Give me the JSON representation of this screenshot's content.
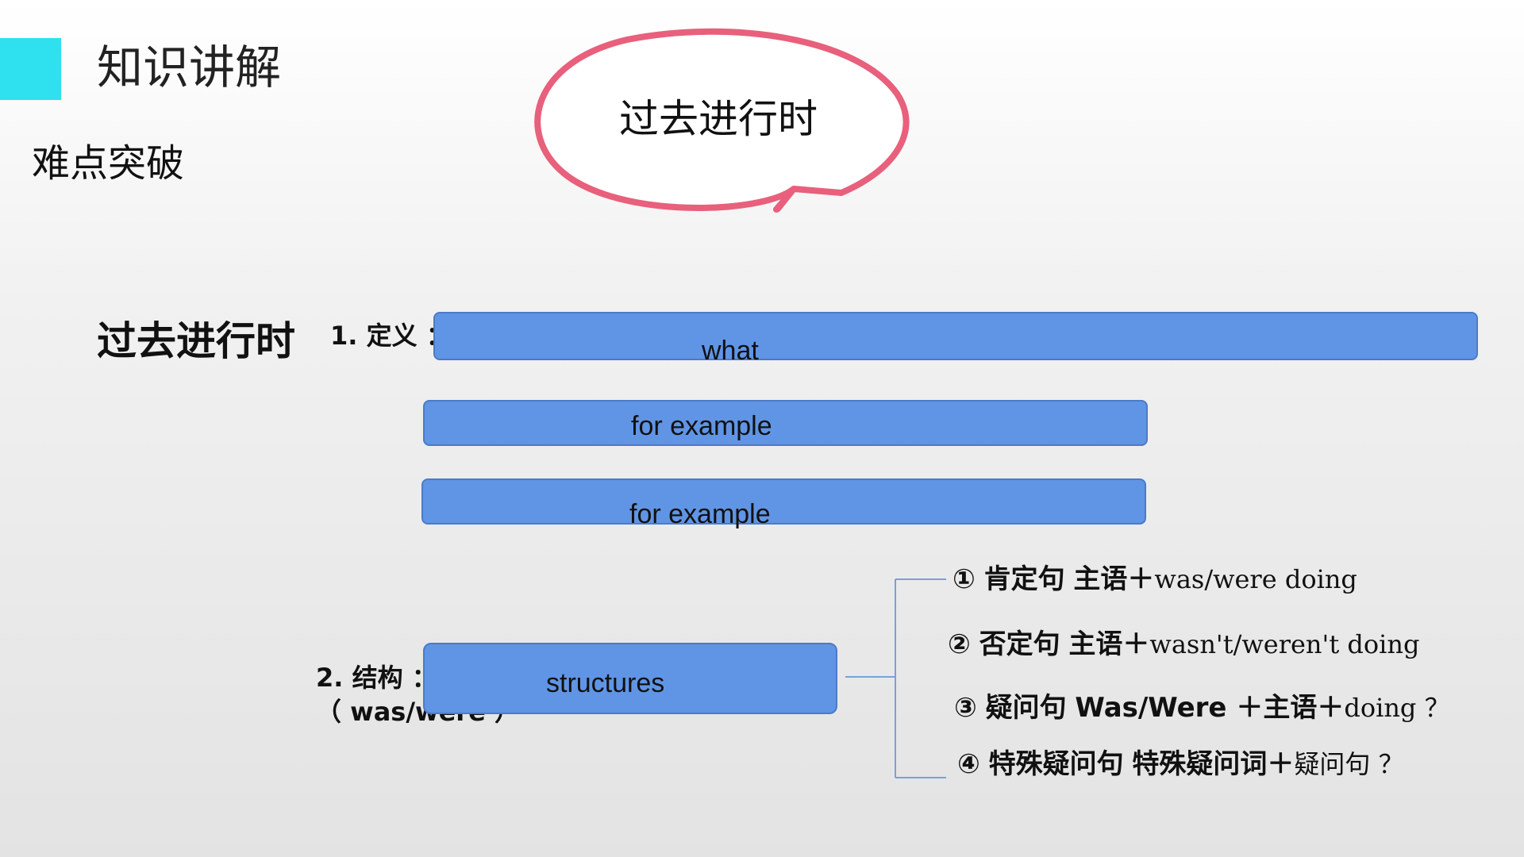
{
  "header": {
    "title": "知识讲解",
    "subtitle": "难点突破"
  },
  "bubble": {
    "text": "过去进行时"
  },
  "topic": {
    "title": "过去进行时"
  },
  "definition": {
    "label": "1. 定义 ：",
    "boxes": [
      "what",
      "for example",
      "for example"
    ]
  },
  "structure": {
    "label_line1": "2. 结构 ：",
    "label_line2": "（ was/were ）",
    "box": "structures",
    "rules": [
      {
        "num": "①",
        "type": "肯定句",
        "formula_cn": "主语＋",
        "formula_en": "was/were doing"
      },
      {
        "num": "②",
        "type": "否定句",
        "formula_cn": "主语＋",
        "formula_en": "wasn't/weren't doing"
      },
      {
        "num": "③",
        "type": "疑问句",
        "formula_cn": "Was/Were ＋主语＋",
        "formula_en": "doing ？"
      },
      {
        "num": "④",
        "type": "特殊疑问句",
        "formula_cn": "特殊疑问词＋",
        "formula_en": "疑问句 ？"
      }
    ]
  },
  "colors": {
    "accent": "#2fe0ee",
    "box_fill": "#6095e5",
    "bubble_border": "#e8607c",
    "bracket_line": "#7aa0d8"
  }
}
